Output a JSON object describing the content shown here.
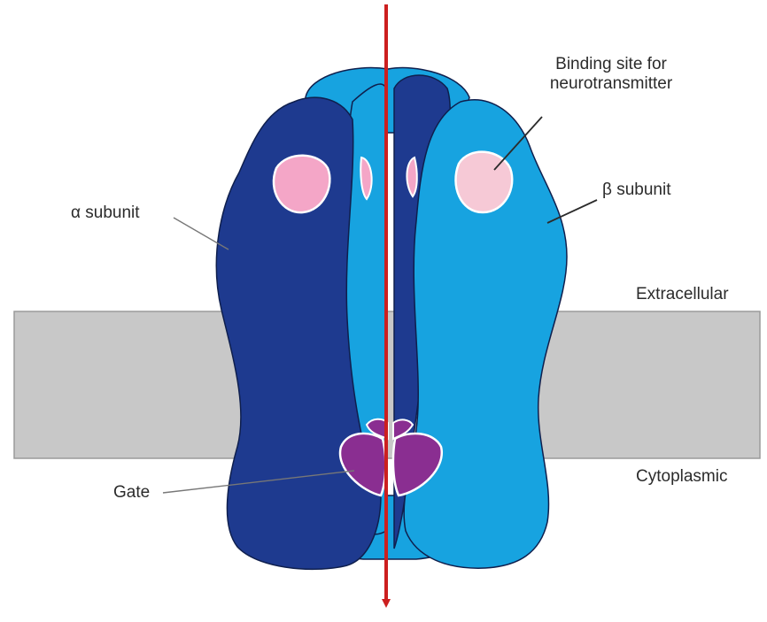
{
  "labels": {
    "binding_site_line1": "Binding site for",
    "binding_site_line2": "neurotransmitter",
    "alpha_subunit": "α subunit",
    "beta_subunit": "β subunit",
    "extracellular": "Extracellular",
    "cytoplasmic": "Cytoplasmic",
    "gate": "Gate"
  },
  "colors": {
    "alpha_dark_blue": "#1e3a8f",
    "beta_light_blue": "#17a3e0",
    "binding_site_pink": "#f4a6c7",
    "binding_site_pale": "#f6c9d6",
    "gate_purple": "#8a2e91",
    "membrane_gray": "#c8c8c8",
    "ion_arrow_red": "#cc1f1f",
    "outline": "#0f1f4d"
  }
}
